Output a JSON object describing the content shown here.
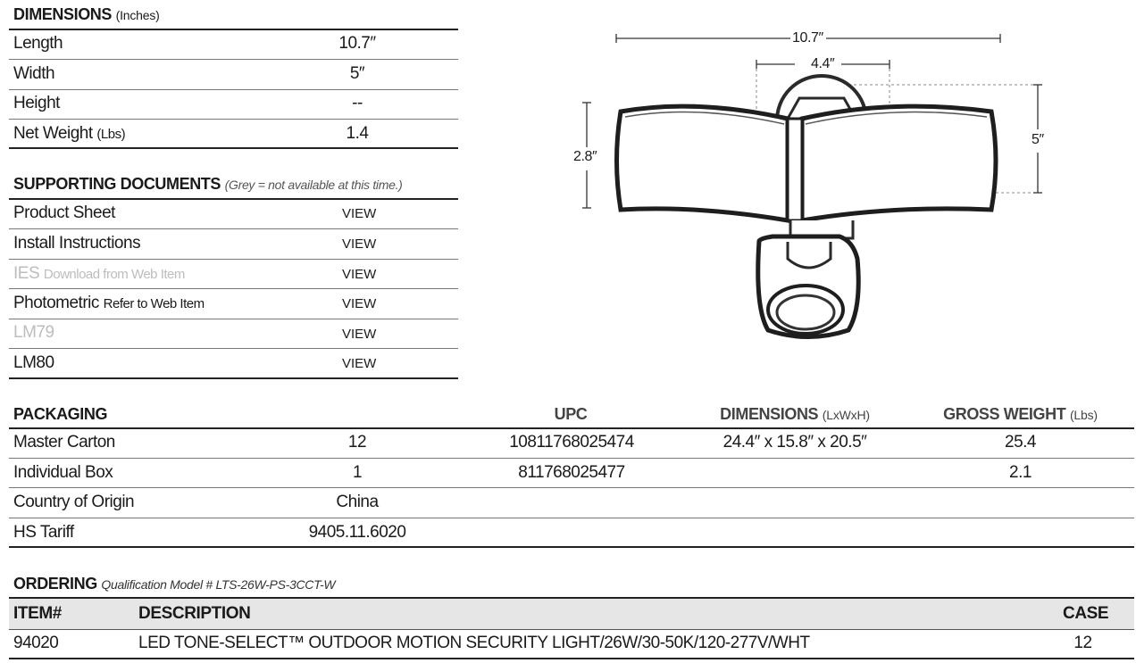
{
  "dimensions": {
    "title": "DIMENSIONS",
    "unit": "(Inches)",
    "rows": [
      {
        "label": "Length",
        "unit": "",
        "value": "10.7″"
      },
      {
        "label": "Width",
        "unit": "",
        "value": "5″"
      },
      {
        "label": "Height",
        "unit": "",
        "value": "--"
      },
      {
        "label": "Net Weight",
        "unit": "(Lbs)",
        "value": "1.4"
      }
    ]
  },
  "supporting": {
    "title": "SUPPORTING DOCUMENTS",
    "note": "(Grey = not available at this time.)",
    "rows": [
      {
        "label": "Product Sheet",
        "note": "",
        "action": "VIEW",
        "available": true
      },
      {
        "label": "Install Instructions",
        "note": "",
        "action": "VIEW",
        "available": true
      },
      {
        "label": "IES",
        "note": "Download from Web Item",
        "action": "VIEW",
        "available": false
      },
      {
        "label": "Photometric",
        "note": "Refer to Web Item",
        "action": "VIEW",
        "available": true
      },
      {
        "label": "LM79",
        "note": "",
        "action": "VIEW",
        "available": false
      },
      {
        "label": "LM80",
        "note": "",
        "action": "VIEW",
        "available": true
      }
    ]
  },
  "drawing": {
    "overall_width": "10.7″",
    "mount_width": "4.4″",
    "head_height": "2.8″",
    "overall_height": "5″"
  },
  "packaging": {
    "title": "PACKAGING",
    "col_upc": "UPC",
    "col_dims": "DIMENSIONS",
    "col_dims_unit": "(LxWxH)",
    "col_weight": "GROSS WEIGHT",
    "col_weight_unit": "(Lbs)",
    "rows": [
      {
        "label": "Master Carton",
        "qty": "12",
        "upc": "10811768025474",
        "dims": "24.4″ x 15.8″ x 20.5″",
        "weight": "25.4"
      },
      {
        "label": "Individual Box",
        "qty": "1",
        "upc": "811768025477",
        "dims": "",
        "weight": "2.1"
      },
      {
        "label": "Country of Origin",
        "qty": "China",
        "upc": "",
        "dims": "",
        "weight": ""
      },
      {
        "label": "HS Tariff",
        "qty": "9405.11.6020",
        "upc": "",
        "dims": "",
        "weight": ""
      }
    ]
  },
  "ordering": {
    "title": "ORDERING",
    "note": "Qualification Model # LTS-26W-PS-3CCT-W",
    "col_item": "ITEM#",
    "col_desc": "DESCRIPTION",
    "col_case": "CASE",
    "rows": [
      {
        "item": "94020",
        "description": "LED TONE-SELECT™ OUTDOOR MOTION SECURITY LIGHT/26W/30-50K/120-277V/WHT",
        "case": "12"
      }
    ]
  },
  "icons": {
    "product": "security-light-drawing"
  }
}
